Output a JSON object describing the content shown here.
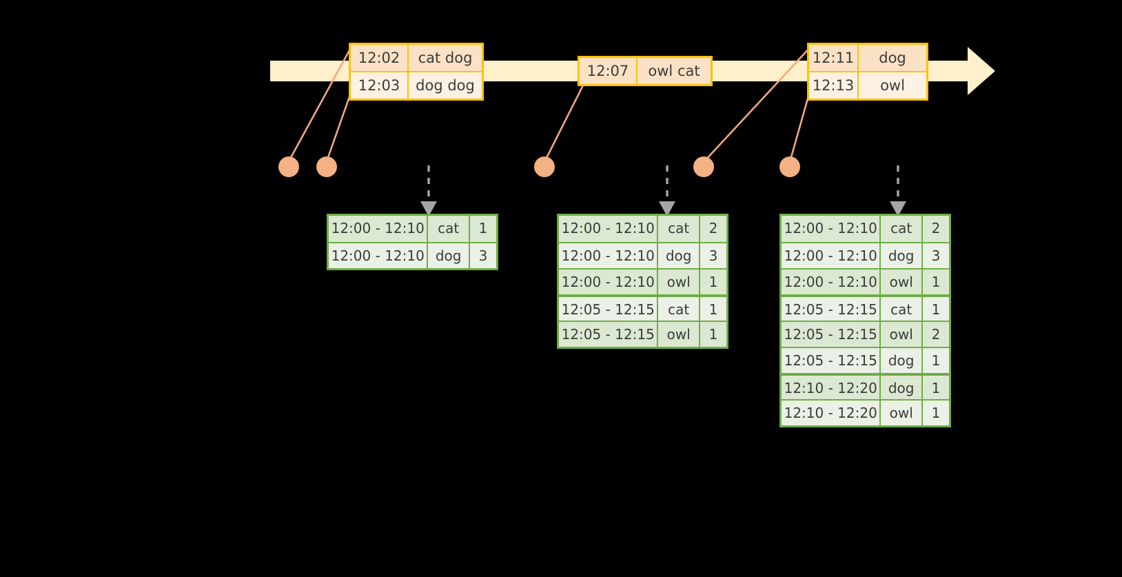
{
  "diagram": {
    "timeline": {
      "name": "event-stream-timeline",
      "arrow_direction": "right"
    },
    "event_groups": [
      {
        "id": "evt1",
        "rows": [
          {
            "time": "12:02",
            "words": "cat dog"
          },
          {
            "time": "12:03",
            "words": "dog dog"
          }
        ]
      },
      {
        "id": "evt2",
        "rows": [
          {
            "time": "12:07",
            "words": "owl cat"
          }
        ]
      },
      {
        "id": "evt3",
        "rows": [
          {
            "time": "12:11",
            "words": "dog"
          },
          {
            "time": "12:13",
            "words": "owl"
          }
        ]
      }
    ],
    "result_tables": [
      {
        "id": "tbl1",
        "rows": [
          {
            "window": "12:00 - 12:10",
            "key": "cat",
            "count": "1",
            "group": 0
          },
          {
            "window": "12:00 - 12:10",
            "key": "dog",
            "count": "3",
            "group": 0
          }
        ]
      },
      {
        "id": "tbl2",
        "rows": [
          {
            "window": "12:00 - 12:10",
            "key": "cat",
            "count": "2",
            "group": 0
          },
          {
            "window": "12:00 - 12:10",
            "key": "dog",
            "count": "3",
            "group": 0
          },
          {
            "window": "12:00 - 12:10",
            "key": "owl",
            "count": "1",
            "group": 0
          },
          {
            "window": "12:05 - 12:15",
            "key": "cat",
            "count": "1",
            "group": 1
          },
          {
            "window": "12:05 - 12:15",
            "key": "owl",
            "count": "1",
            "group": 1
          }
        ]
      },
      {
        "id": "tbl3",
        "rows": [
          {
            "window": "12:00 - 12:10",
            "key": "cat",
            "count": "2",
            "group": 0
          },
          {
            "window": "12:00 - 12:10",
            "key": "dog",
            "count": "3",
            "group": 0
          },
          {
            "window": "12:00 - 12:10",
            "key": "owl",
            "count": "1",
            "group": 0
          },
          {
            "window": "12:05 - 12:15",
            "key": "cat",
            "count": "1",
            "group": 1
          },
          {
            "window": "12:05 - 12:15",
            "key": "owl",
            "count": "2",
            "group": 1
          },
          {
            "window": "12:05 - 12:15",
            "key": "dog",
            "count": "1",
            "group": 1
          },
          {
            "window": "12:10 - 12:20",
            "key": "dog",
            "count": "1",
            "group": 2
          },
          {
            "window": "12:10 - 12:20",
            "key": "owl",
            "count": "1",
            "group": 2
          }
        ]
      }
    ],
    "colors": {
      "background": "#000000",
      "timeline_fill": "#fdf0cb",
      "event_border": "#ffc107",
      "event_fill_dark": "#fbe1c5",
      "event_fill_light": "#fdf1e4",
      "connector": "#f2a97e",
      "dot": "#f4b183",
      "table_border": "#70ad47",
      "table_fill_dark": "#dce9d2",
      "table_fill_light": "#ebf1e6",
      "dashed_arrow": "#a6a6a6",
      "text": "#3b3b3b"
    }
  }
}
